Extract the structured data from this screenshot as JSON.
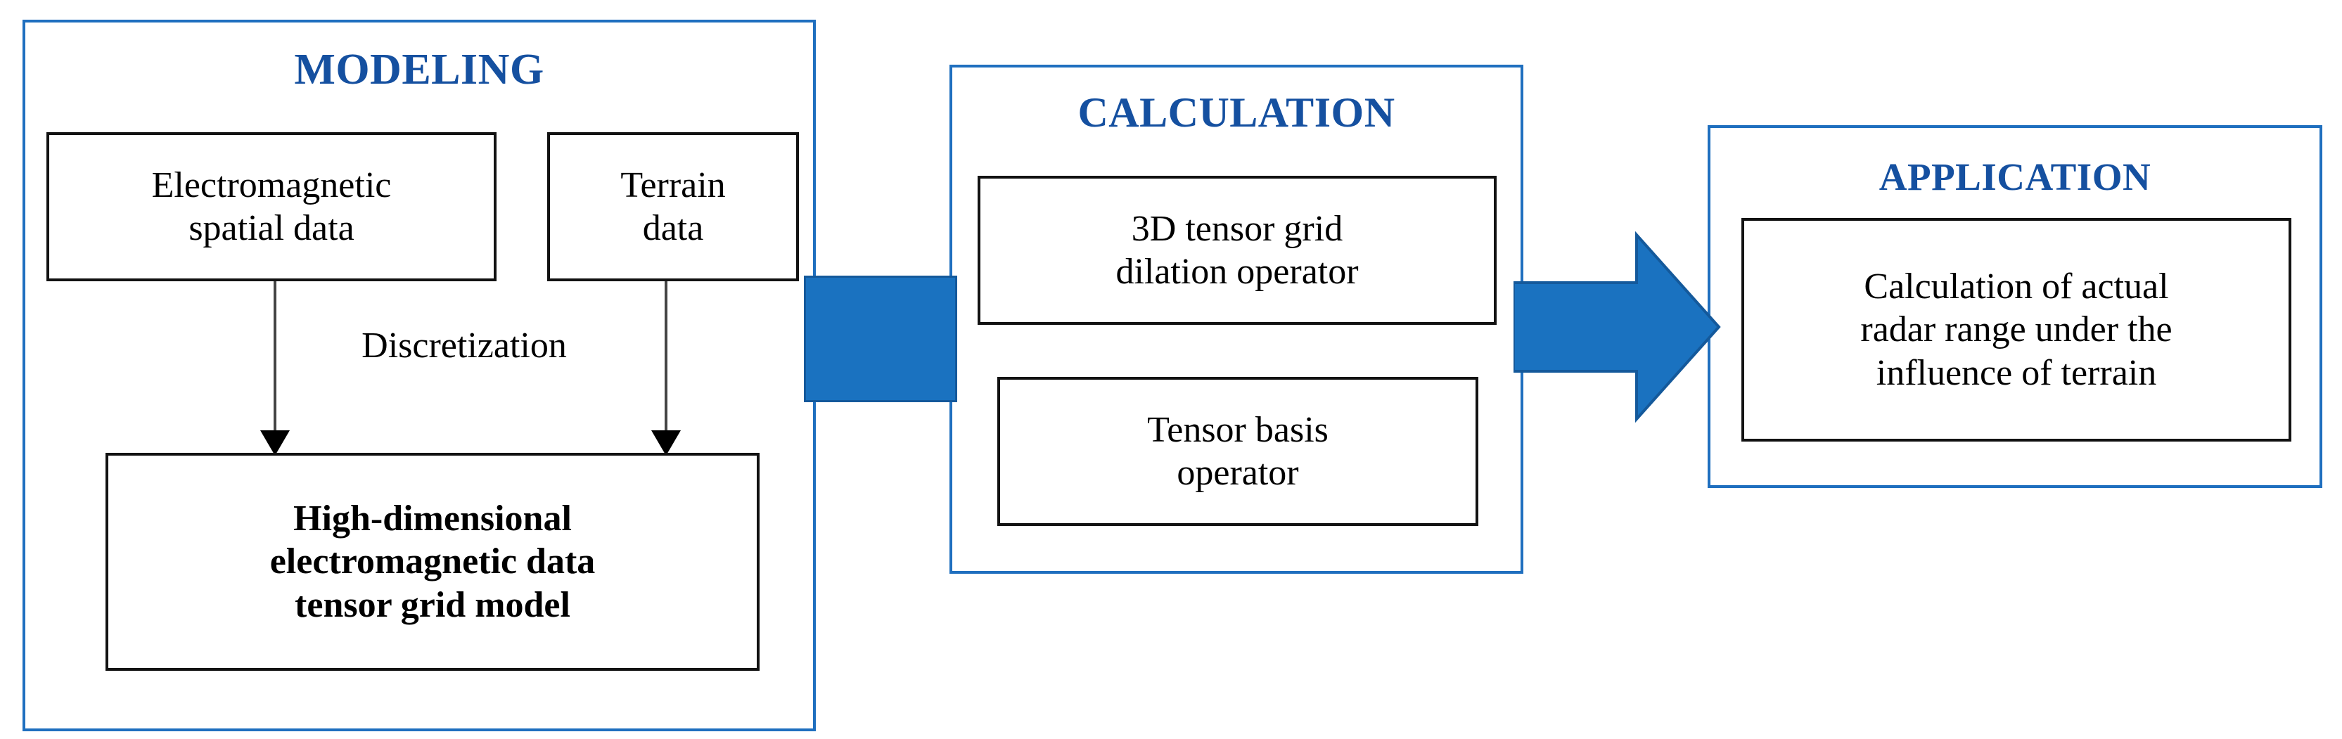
{
  "diagram": {
    "title_color": "#1550A0",
    "panel_border_color": "#1F6FBF",
    "box_border_color": "#121212",
    "connector_color": "#1A72C0",
    "background": "#FFFFFF"
  },
  "stages": [
    {
      "id": "modeling",
      "title": "MODELING",
      "boxes": [
        {
          "id": "electromagnetic-spatial-data",
          "text": "Electromagnetic\nspatial  data",
          "bold": false
        },
        {
          "id": "terrain-data",
          "text": "Terrain\ndata",
          "bold": false
        },
        {
          "id": "high-dimensional-model",
          "text": "High-dimensional\nelectromagnetic data\ntensor grid model",
          "bold": true
        }
      ],
      "edge_label": "Discretization"
    },
    {
      "id": "calculation",
      "title": "CALCULATION",
      "boxes": [
        {
          "id": "3d-tensor-grid-dilation-operator",
          "text": "3D tensor grid\ndilation operator",
          "bold": false
        },
        {
          "id": "tensor-basis-operator",
          "text": "Tensor basis\noperator",
          "bold": false
        }
      ]
    },
    {
      "id": "application",
      "title": "APPLICATION",
      "boxes": [
        {
          "id": "actual-radar-range",
          "text": "Calculation of actual\nradar range under the\ninfluence of terrain",
          "bold": false
        }
      ]
    }
  ],
  "connectors": [
    {
      "id": "modeling-to-calculation",
      "kind": "bar",
      "label": ""
    },
    {
      "id": "calculation-to-application",
      "kind": "block-arrow",
      "label": ""
    },
    {
      "id": "em-to-model",
      "kind": "down-arrow",
      "label": "Discretization"
    },
    {
      "id": "terrain-to-model",
      "kind": "down-arrow",
      "label": ""
    }
  ]
}
